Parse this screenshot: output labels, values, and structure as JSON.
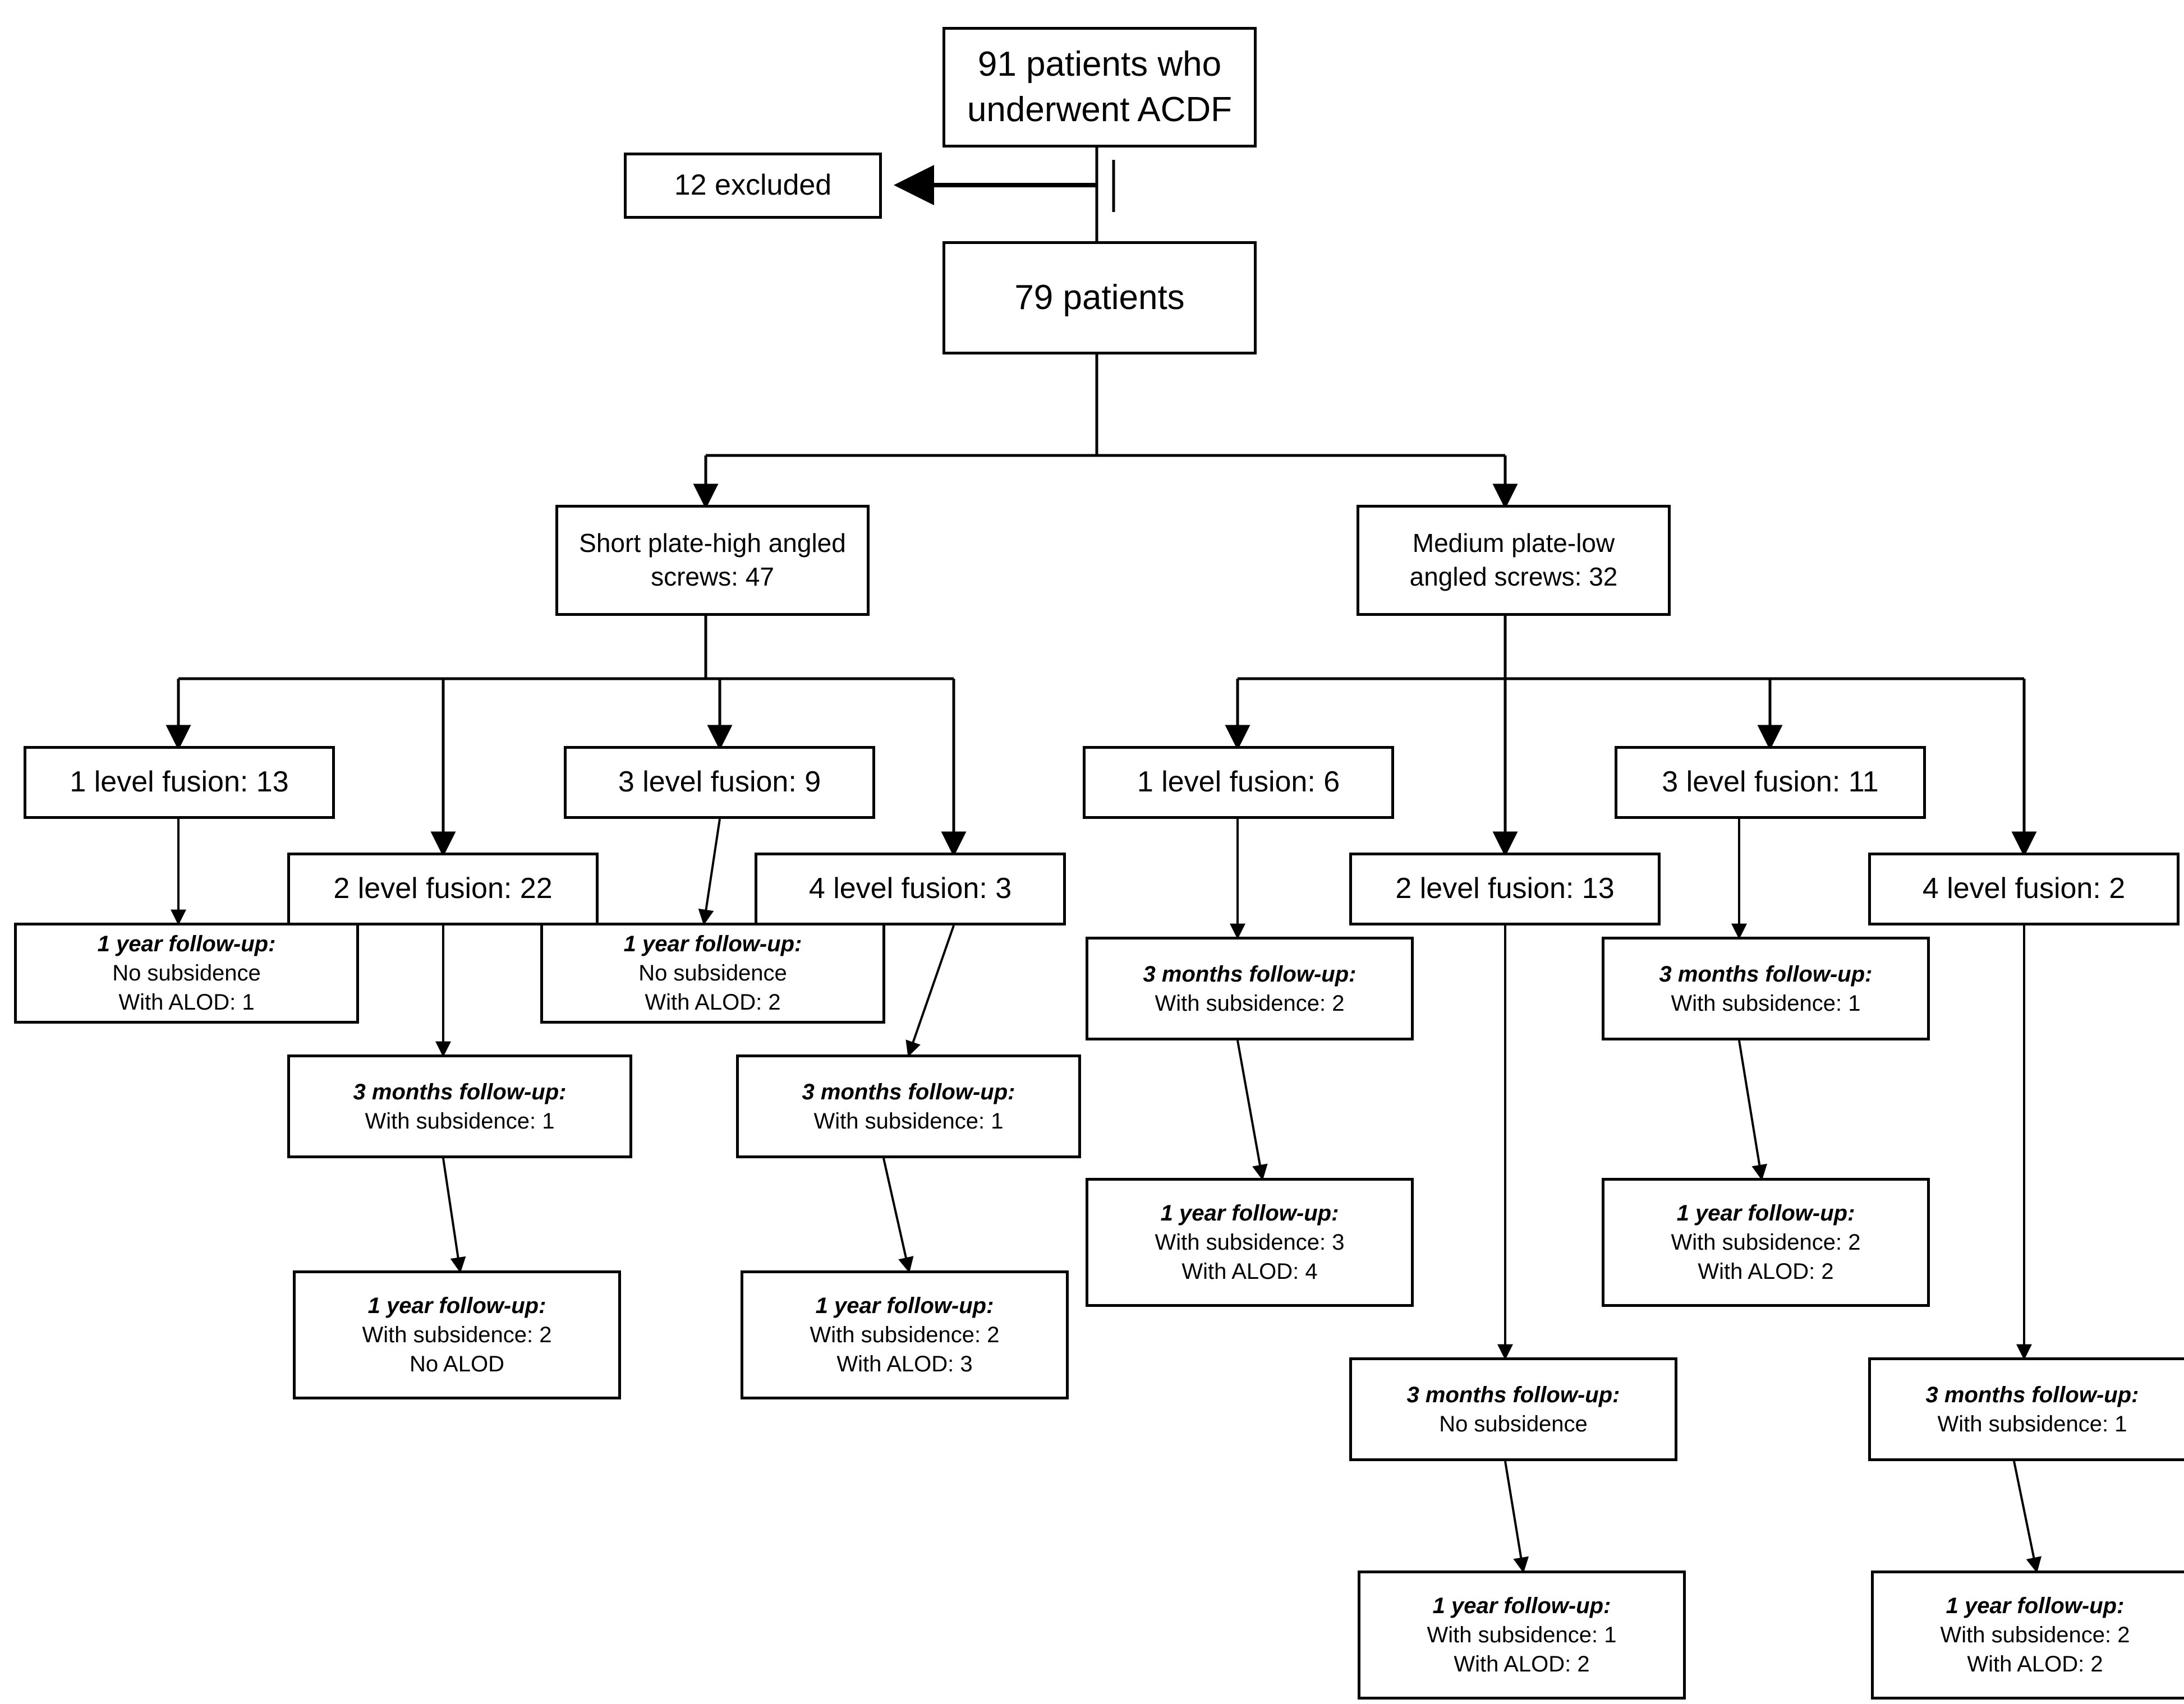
{
  "diagram": {
    "title": "ACDF patient enrollment and follow-up flow diagram",
    "type": "flowchart",
    "colors": {
      "background": "#ffffff",
      "stroke": "#000000",
      "text": "#000000"
    }
  },
  "nodes": {
    "root": {
      "line1": "91 patients who",
      "line2": "underwent ACDF"
    },
    "excluded": {
      "line1": "12 excluded"
    },
    "included": {
      "line1": "79 patients"
    },
    "group_short": {
      "line1": "Short plate-high angled",
      "line2": "screws: 47"
    },
    "group_medium": {
      "line1": "Medium plate-low",
      "line2": "angled screws: 32"
    },
    "short_l1": {
      "line1": "1 level fusion: 13"
    },
    "short_l2": {
      "line1": "2 level fusion: 22"
    },
    "short_l3": {
      "line1": "3 level fusion: 9"
    },
    "short_l4": {
      "line1": "4 level fusion: 3"
    },
    "med_l1": {
      "line1": "1 level fusion: 6"
    },
    "med_l2": {
      "line1": "2 level fusion: 13"
    },
    "med_l3": {
      "line1": "3 level fusion: 11"
    },
    "med_l4": {
      "line1": "4 level fusion: 2"
    },
    "short_l1_y1": {
      "heading": "1 year follow-up:",
      "line1": "No subsidence",
      "line2": "With ALOD: 1"
    },
    "short_l3_y1": {
      "heading": "1 year follow-up:",
      "line1": "No subsidence",
      "line2": "With ALOD: 2"
    },
    "short_l2_m3": {
      "heading": "3 months follow-up:",
      "line1": "With subsidence: 1"
    },
    "short_l4_m3": {
      "heading": "3 months follow-up:",
      "line1": "With subsidence: 1"
    },
    "short_l2_y1": {
      "heading": "1 year follow-up:",
      "line1": "With subsidence: 2",
      "line2": "No ALOD"
    },
    "short_l4_y1": {
      "heading": "1 year follow-up:",
      "line1": "With subsidence: 2",
      "line2": "With ALOD: 3"
    },
    "med_l1_m3": {
      "heading": "3 months follow-up:",
      "line1": "With subsidence: 2"
    },
    "med_l1_y1": {
      "heading": "1 year follow-up:",
      "line1": "With subsidence: 3",
      "line2": "With ALOD: 4"
    },
    "med_l3_m3": {
      "heading": "3 months follow-up:",
      "line1": "With subsidence: 1"
    },
    "med_l3_y1": {
      "heading": "1 year follow-up:",
      "line1": "With subsidence: 2",
      "line2": "With ALOD: 2"
    },
    "med_l2_m3": {
      "heading": "3 months follow-up:",
      "line1": "No subsidence"
    },
    "med_l2_y1": {
      "heading": "1 year follow-up:",
      "line1": "With subsidence: 1",
      "line2": "With ALOD: 2"
    },
    "med_l4_m3": {
      "heading": "3 months follow-up:",
      "line1": "With subsidence: 1"
    },
    "med_l4_y1": {
      "heading": "1 year follow-up:",
      "line1": "With subsidence: 2",
      "line2": "With ALOD: 2"
    }
  },
  "chart_data": {
    "type": "flowchart",
    "total_screened": 91,
    "excluded": 12,
    "included": 79,
    "groups": [
      {
        "name": "Short plate-high angled screws",
        "n": 47,
        "levels": [
          {
            "label": "1 level fusion",
            "n": 13,
            "followups": [
              {
                "period": "1 year",
                "subsidence": "No subsidence",
                "alod": 1
              }
            ]
          },
          {
            "label": "2 level fusion",
            "n": 22,
            "followups": [
              {
                "period": "3 months",
                "subsidence": 1
              },
              {
                "period": "1 year",
                "subsidence": 2,
                "alod": "No ALOD"
              }
            ]
          },
          {
            "label": "3 level fusion",
            "n": 9,
            "followups": [
              {
                "period": "1 year",
                "subsidence": "No subsidence",
                "alod": 2
              }
            ]
          },
          {
            "label": "4 level fusion",
            "n": 3,
            "followups": [
              {
                "period": "3 months",
                "subsidence": 1
              },
              {
                "period": "1 year",
                "subsidence": 2,
                "alod": 3
              }
            ]
          }
        ]
      },
      {
        "name": "Medium plate-low angled screws",
        "n": 32,
        "levels": [
          {
            "label": "1 level fusion",
            "n": 6,
            "followups": [
              {
                "period": "3 months",
                "subsidence": 2
              },
              {
                "period": "1 year",
                "subsidence": 3,
                "alod": 4
              }
            ]
          },
          {
            "label": "2 level fusion",
            "n": 13,
            "followups": [
              {
                "period": "3 months",
                "subsidence": "No subsidence"
              },
              {
                "period": "1 year",
                "subsidence": 1,
                "alod": 2
              }
            ]
          },
          {
            "label": "3 level fusion",
            "n": 11,
            "followups": [
              {
                "period": "3 months",
                "subsidence": 1
              },
              {
                "period": "1 year",
                "subsidence": 2,
                "alod": 2
              }
            ]
          },
          {
            "label": "4 level fusion",
            "n": 2,
            "followups": [
              {
                "period": "3 months",
                "subsidence": 1
              },
              {
                "period": "1 year",
                "subsidence": 2,
                "alod": 2
              }
            ]
          }
        ]
      }
    ]
  }
}
